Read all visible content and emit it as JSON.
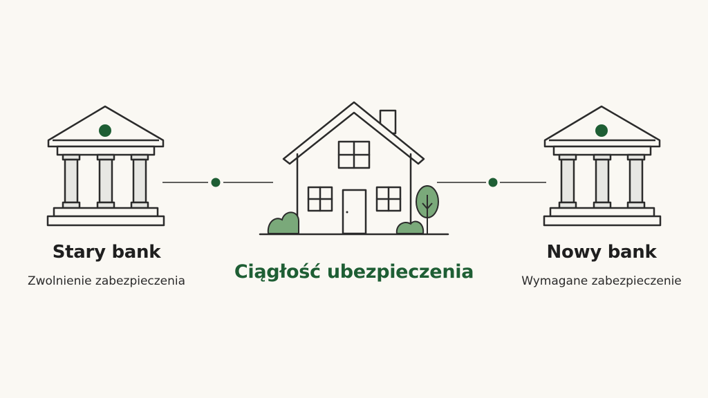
{
  "colors": {
    "background": "#faf8f3",
    "outline": "#2b2b2b",
    "accent": "#1e5e34",
    "foliage": "#7aa97a",
    "column_fill": "#e7e7e3"
  },
  "old_bank": {
    "icon": "bank-icon",
    "title": "Stary bank",
    "subtitle": "Zwolnienie zabezpieczenia"
  },
  "center": {
    "icon": "house-icon",
    "title": "Ciągłość ubezpieczenia"
  },
  "new_bank": {
    "icon": "bank-icon",
    "title": "Nowy bank",
    "subtitle": "Wymagane zabezpieczenie"
  }
}
